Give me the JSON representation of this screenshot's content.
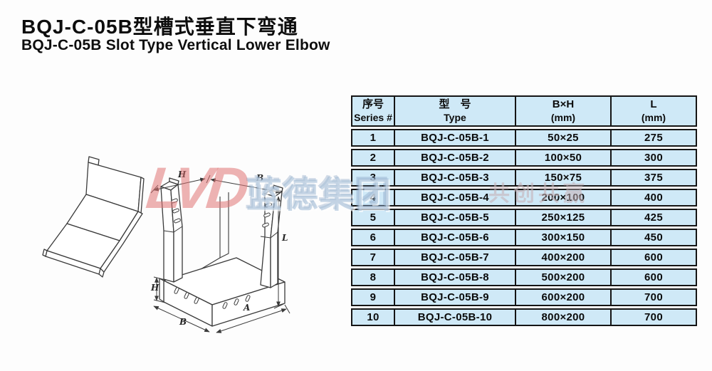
{
  "title": {
    "zh": "BQJ-C-05B型槽式垂直下弯通",
    "en": "BQJ-C-05B Slot Type Vertical Lower Elbow"
  },
  "watermark": {
    "latin": "LVD",
    "brand": "蓝德集团",
    "slogan": "共创共赢"
  },
  "diagram": {
    "dim_labels": {
      "h_top": "H",
      "b_top": "B",
      "l_right": "L",
      "h_left": "H",
      "b_bottom": "B",
      "a_bottom": "A"
    }
  },
  "table": {
    "headers": [
      {
        "line1": "序号",
        "line2": "Series #"
      },
      {
        "line1": "型　号",
        "line2": "Type"
      },
      {
        "line1": "B×H",
        "line2": "(mm)"
      },
      {
        "line1": "L",
        "line2": "(mm)"
      }
    ],
    "rows": [
      {
        "series": "1",
        "type": "BQJ-C-05B-1",
        "bxh": "50×25",
        "l": "275"
      },
      {
        "series": "2",
        "type": "BQJ-C-05B-2",
        "bxh": "100×50",
        "l": "300"
      },
      {
        "series": "3",
        "type": "BQJ-C-05B-3",
        "bxh": "150×75",
        "l": "375"
      },
      {
        "series": "4",
        "type": "BQJ-C-05B-4",
        "bxh": "200×100",
        "l": "400"
      },
      {
        "series": "5",
        "type": "BQJ-C-05B-5",
        "bxh": "250×125",
        "l": "425"
      },
      {
        "series": "6",
        "type": "BQJ-C-05B-6",
        "bxh": "300×150",
        "l": "450"
      },
      {
        "series": "7",
        "type": "BQJ-C-05B-7",
        "bxh": "400×200",
        "l": "600"
      },
      {
        "series": "8",
        "type": "BQJ-C-05B-8",
        "bxh": "500×200",
        "l": "600"
      },
      {
        "series": "9",
        "type": "BQJ-C-05B-9",
        "bxh": "600×200",
        "l": "700"
      },
      {
        "series": "10",
        "type": "BQJ-C-05B-10",
        "bxh": "800×200",
        "l": "700"
      }
    ]
  },
  "colors": {
    "table-bg": "#cfe9f7",
    "table-border": "#151515",
    "line": "#3a3a3a",
    "wm-red": "rgba(224,116,116,0.55)",
    "wm-blue": "rgba(165,190,215,0.60)",
    "wm-slogan": "rgba(197,178,183,0.60)"
  }
}
